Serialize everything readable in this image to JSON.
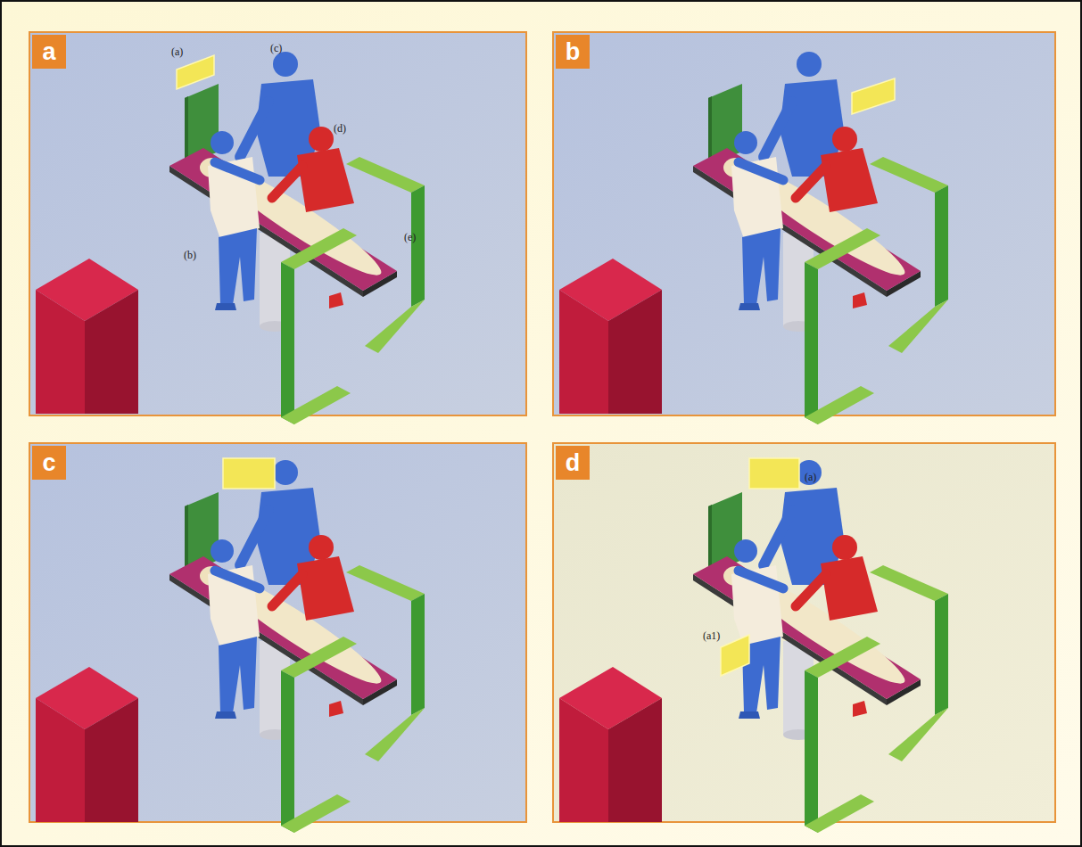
{
  "diagram": {
    "nodes": [
      {
        "text": [
          "a"
        ]
      },
      {
        "text": [
          "b"
        ]
      },
      {
        "text": [
          "c"
        ]
      },
      {
        "text": [
          "d"
        ]
      }
    ],
    "labels": [
      "(a)",
      "(c)",
      "(d)",
      "(b)",
      "(e)",
      "(a)",
      "(a1)"
    ]
  }
}
